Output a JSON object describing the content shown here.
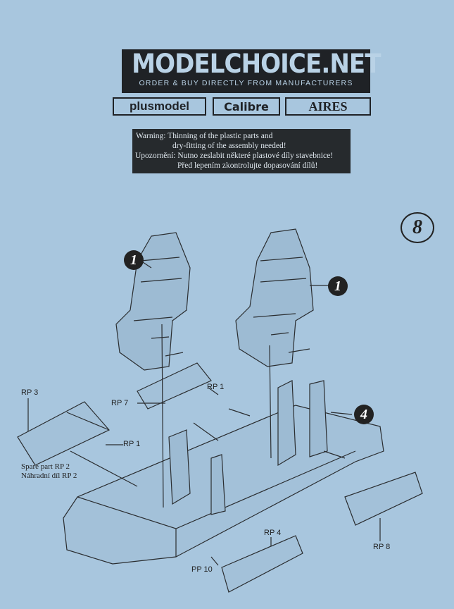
{
  "header": {
    "brand": "MODELCHOICE.NET",
    "tagline": "ORDER & BUY DIRECTLY FROM MANUFACTURERS",
    "logos": [
      "plusmodel",
      "Calibre",
      "AIRES"
    ]
  },
  "warning": {
    "lines": [
      "Warning: Thinning of the plastic parts and",
      "dry-fitting of the assembly needed!",
      "Upozornění: Nutno zeslabit některé plastové díly stavebnice!",
      "Před lepením zkontrolujte dopasování dílů!"
    ]
  },
  "step_number": "8",
  "callouts": [
    "1",
    "1",
    "4"
  ],
  "labels": {
    "rp3": "RP 3",
    "rp7": "RP 7",
    "rp1a": "RP 1",
    "rp1b": "RP 1",
    "spare1": "Spare part RP 2",
    "spare2": "Náhradní díl RP 2",
    "rp4": "RP 4",
    "pp10": "PP 10",
    "rp8": "RP 8"
  }
}
